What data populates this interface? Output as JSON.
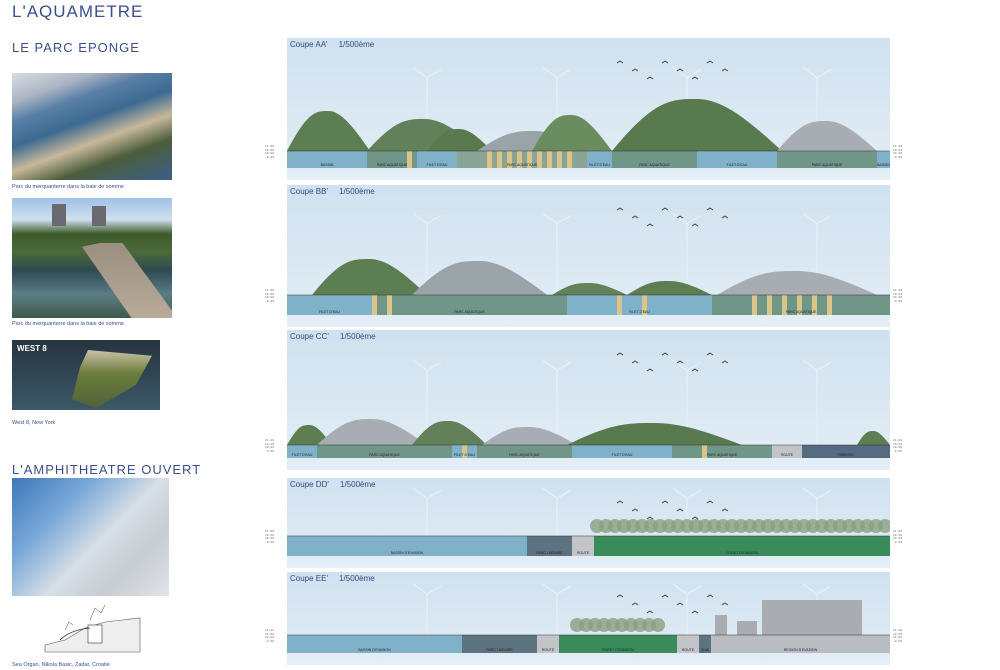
{
  "title": "L'AQUAMETRE",
  "sections": [
    {
      "heading": "LE PARC EPONGE"
    },
    {
      "heading": "L'AMPHITHEATRE OUVERT"
    }
  ],
  "references": [
    {
      "caption": "Parc du  merquanterre dans la baie de somme",
      "image": "aerial-wetland-photo"
    },
    {
      "caption": "Parc du  merquanterre dans la baie de somme",
      "image": "boardwalk-pond-photo"
    },
    {
      "caption": "West 8, New York",
      "image": "west8-island-render",
      "logo_text": "WEST 8"
    },
    {
      "caption": "",
      "image": "seaside-steps-photo"
    },
    {
      "caption": "Sea Organ, Nikola Basic, Zadar, Croatie",
      "image": "sea-organ-drawing"
    }
  ],
  "coupes": [
    {
      "name": "Coupe AA'",
      "scale": "1/500ème",
      "zones": [
        "BASSIN",
        "PARC AQUATIQUE",
        "FILET D'EAU",
        "PARC AQUATIQUE",
        "FILET D'EAU",
        "PARC AQUATIQUE",
        "FILET D'EAU",
        "PARC AQUATIQUE",
        "BASSIN"
      ]
    },
    {
      "name": "Coupe BB'",
      "scale": "1/500ème",
      "zones": [
        "FILET D'EAU",
        "PARC AQUATIQUE",
        "FILET D'EAU",
        "PARC AQUATIQUE"
      ]
    },
    {
      "name": "Coupe CC'",
      "scale": "1/500ème",
      "zones": [
        "FILET D'EAU",
        "PARC AQUATIQUE",
        "FILET D'EAU",
        "PARC AQUATIQUE",
        "FILET D'EAU",
        "PARC AQUATIQUE",
        "ROUTE",
        "PARKING"
      ]
    },
    {
      "name": "Coupe DD'",
      "scale": "1/500ème",
      "zones": [
        "BASSIN D'EVASION",
        "PARC LINEAIRE",
        "ROUTE",
        "FORET D'EVASION"
      ]
    },
    {
      "name": "Coupe EE'",
      "scale": "1/500ème",
      "zones": [
        "BASSIN D'EVASION",
        "PARC LINEAIRE",
        "ROUTE",
        "FORET D'EVASION",
        "ROUTE",
        "QUAI",
        "REGION D'EVASION"
      ]
    }
  ],
  "level_marks": [
    "±1.00",
    "±0.50",
    "±0.00",
    "-0.50"
  ]
}
